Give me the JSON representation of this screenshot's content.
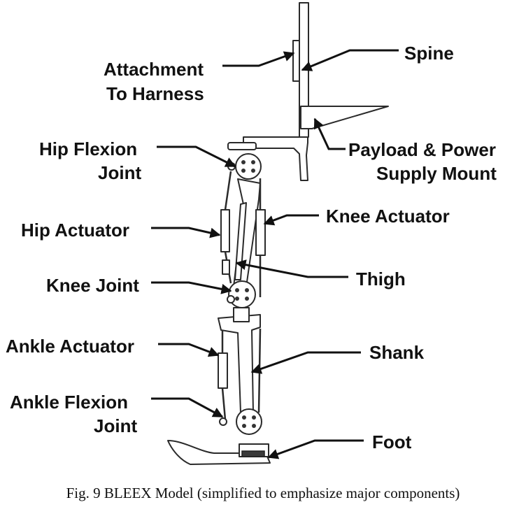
{
  "labels": {
    "spine": "Spine",
    "attachment_line1": "Attachment",
    "attachment_line2": "To Harness",
    "payload_line1": "Payload & Power",
    "payload_line2": "Supply Mount",
    "hip_flexion_line1": "Hip Flexion",
    "hip_flexion_line2": "Joint",
    "knee_actuator": "Knee Actuator",
    "hip_actuator": "Hip Actuator",
    "thigh": "Thigh",
    "knee_joint": "Knee Joint",
    "ankle_actuator": "Ankle Actuator",
    "shank": "Shank",
    "ankle_flexion_line1": "Ankle Flexion",
    "ankle_flexion_line2": "Joint",
    "foot": "Foot"
  },
  "caption": "Fig. 9 BLEEX Model (simplified to emphasize major components)"
}
